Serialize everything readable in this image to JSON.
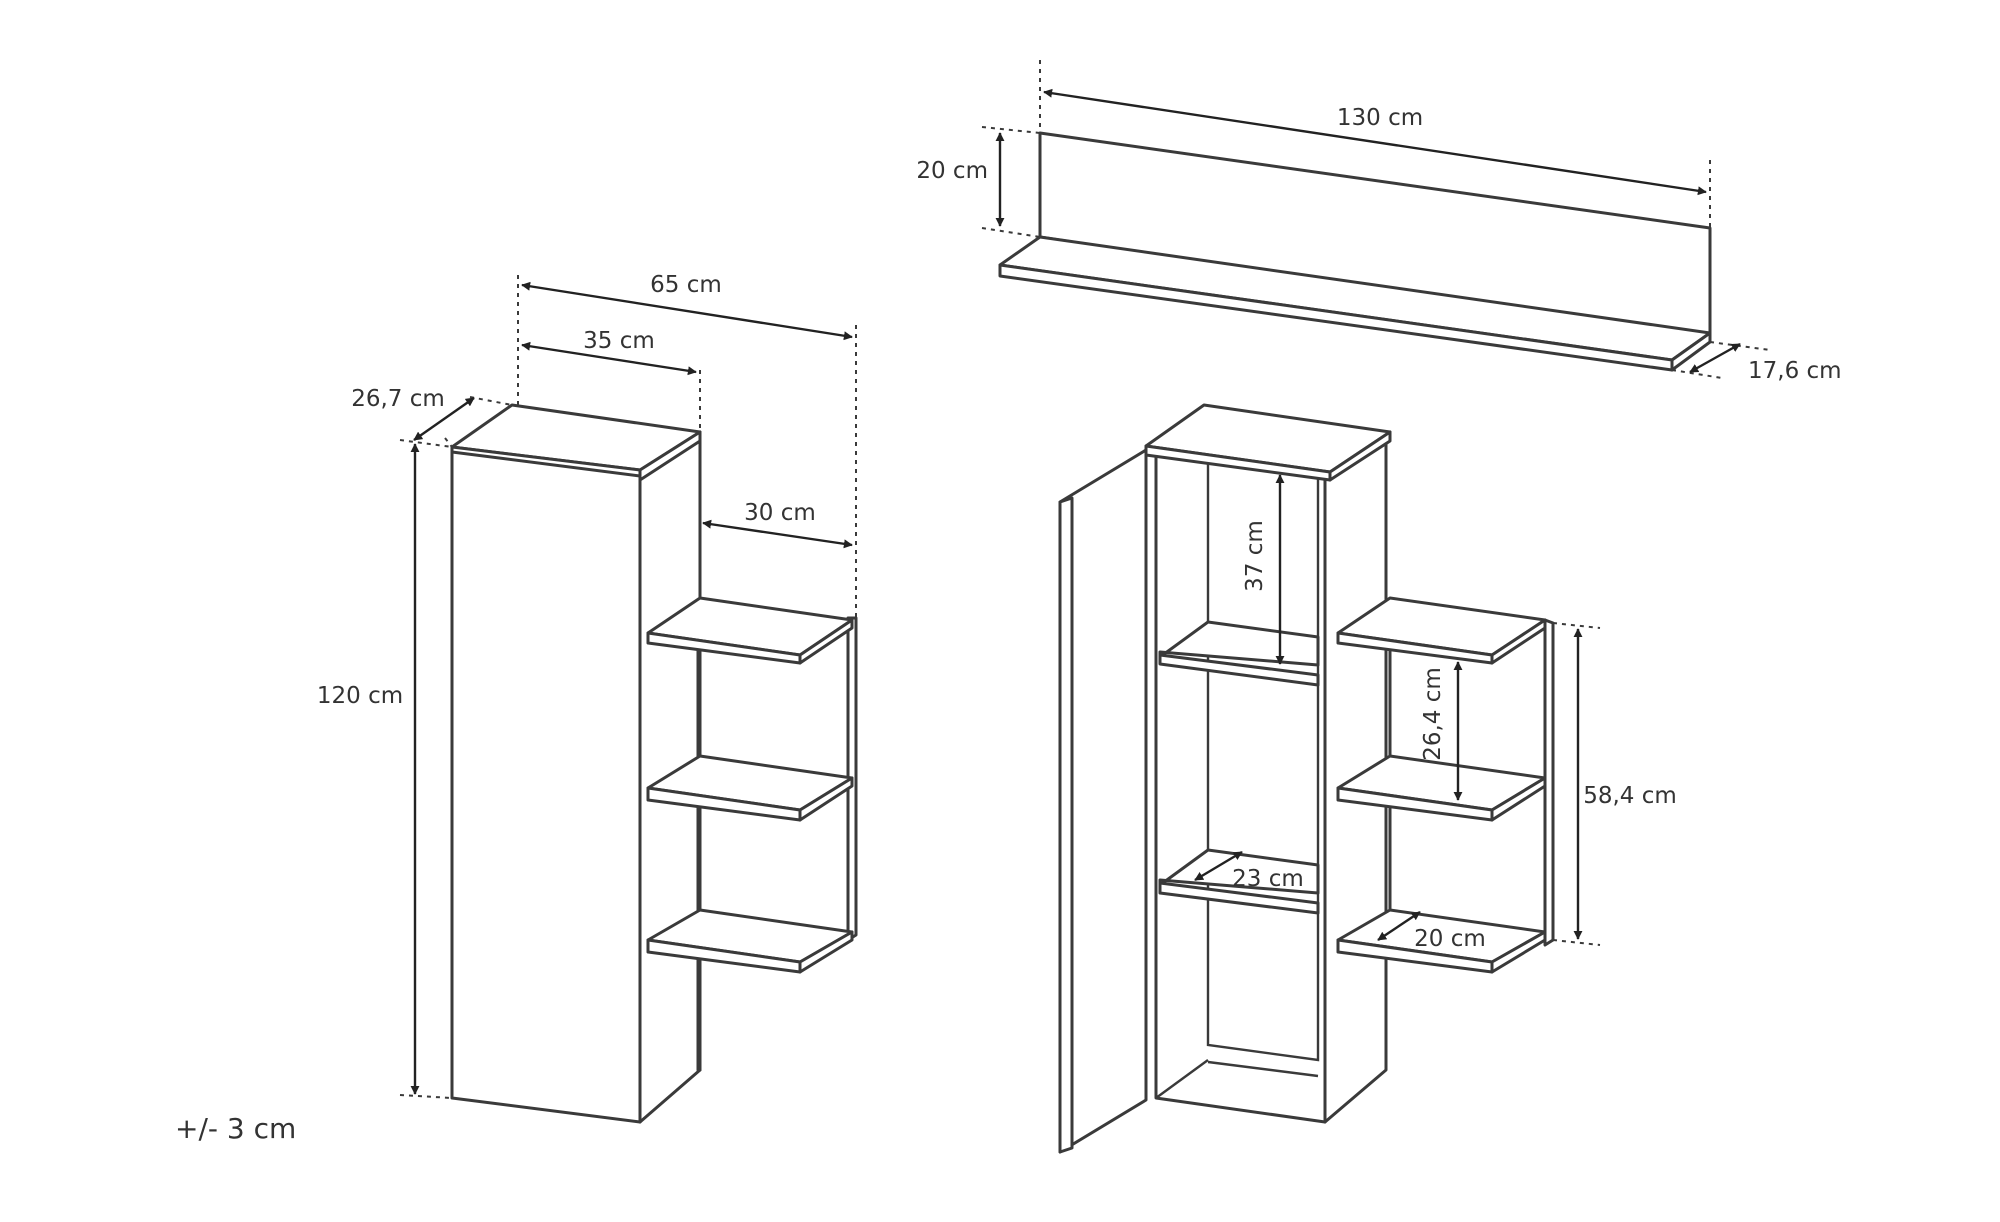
{
  "dimensions": {
    "wall_shelf_width": "130 cm",
    "wall_shelf_height": "20 cm",
    "wall_shelf_depth": "17,6 cm",
    "unit_total_width": "65 cm",
    "cabinet_width": "35 cm",
    "cabinet_depth": "26,7 cm",
    "side_shelf_width": "30 cm",
    "unit_height": "120 cm",
    "compartment_height": "37 cm",
    "side_shelf_spacing": "26,4 cm",
    "side_shelves_height": "58,4 cm",
    "inner_shelf_depth": "23 cm",
    "side_shelf_depth": "20 cm"
  },
  "tolerance": "+/- 3 cm"
}
